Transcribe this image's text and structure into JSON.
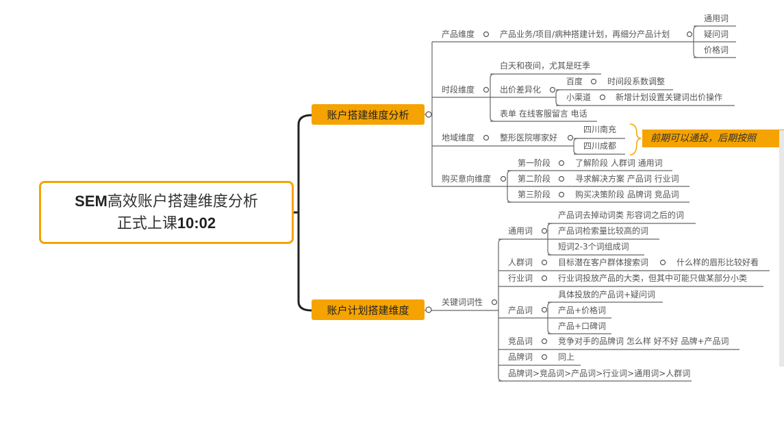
{
  "root": {
    "line1_bold": "SEM",
    "line1": "高效账户搭建维度分析",
    "line2": "正式上课",
    "line2_bold": "10:02"
  },
  "branch1": {
    "label": "账户搭建维度分析",
    "product": {
      "label": "产品维度",
      "desc": "产品业务/项目/病种搭建计划，再细分产品计划",
      "leaves": [
        "通用词",
        "疑问词",
        "价格词"
      ]
    },
    "time": {
      "label": "时段维度",
      "day": "白天和夜间，尤其是旺季",
      "bid": "出价差异化",
      "baidu": "百度",
      "baidu_desc": "时间段系数调整",
      "small": "小渠道",
      "small_desc": "新增计划设置关键词出价操作",
      "form": "表单 在线客服留言 电话"
    },
    "region": {
      "label": "地域维度",
      "desc": "整形医院哪家好",
      "leaves": [
        "四川南充",
        "四川成都"
      ],
      "callout": "前期可以通投，后期按照"
    },
    "intent": {
      "label": "购买意向维度",
      "stages": [
        {
          "label": "第一阶段",
          "desc": "了解阶段 人群词 通用词"
        },
        {
          "label": "第二阶段",
          "desc": "寻求解决方案 产品词 行业词"
        },
        {
          "label": "第三阶段",
          "desc": "购买决策阶段 品牌词 竞品词"
        }
      ]
    }
  },
  "branch2": {
    "label": "账户计划搭建维度",
    "keyword": {
      "label": "关键词词性",
      "general": {
        "label": "通用词",
        "items": [
          "产品词去掉动词类 形容词之后的词",
          "产品词检索量比较高的词",
          "短词2-3个词组成词"
        ]
      },
      "crowd": {
        "label": "人群词",
        "desc": "目标潜在客户群体搜索词",
        "sub": "什么样的眉形比较好看"
      },
      "industry": {
        "label": "行业词",
        "desc": "行业词投放产品的大类，但其中可能只做某部分小类"
      },
      "product": {
        "label": "产品词",
        "items": [
          "具体投放的产品词+疑问词",
          "产品+价格词",
          "产品+口碑词"
        ]
      },
      "competitor": {
        "label": "竞品词",
        "desc": "竞争对手的品牌词 怎么样 好不好 品牌+产品词"
      },
      "brand": {
        "label": "品牌词",
        "desc": "同上"
      },
      "priority": "品牌词>竞品词>产品词>行业词>通用词>人群词"
    }
  }
}
